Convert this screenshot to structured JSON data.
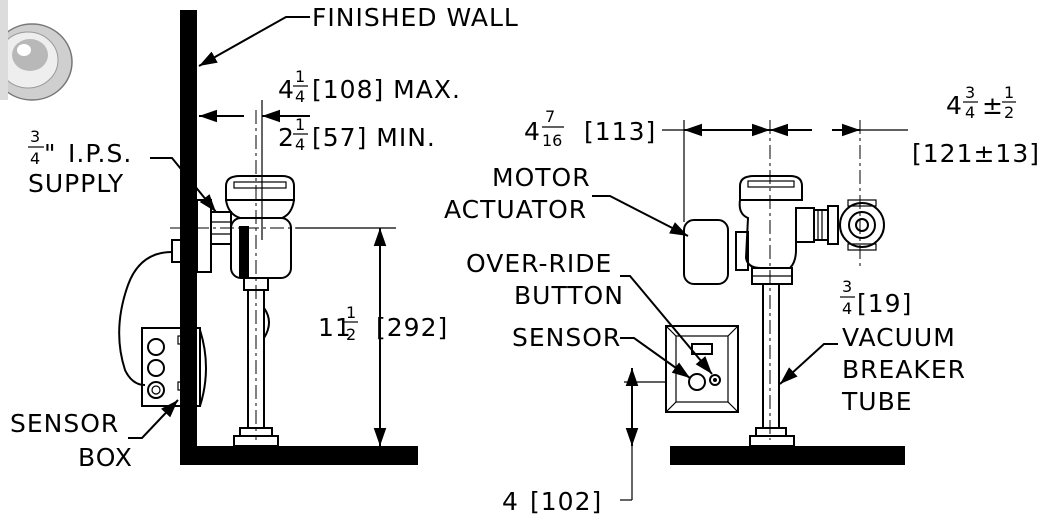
{
  "labels": {
    "finished_wall": "FINISHED WALL",
    "ips_supply_line1": "I.P.S.",
    "ips_supply_line2": "SUPPLY",
    "sensor_box_line1": "SENSOR",
    "sensor_box_line2": "BOX",
    "motor_actuator_line1": "MOTOR",
    "motor_actuator_line2": "ACTUATOR",
    "override_line1": "OVER-RIDE",
    "override_line2": "BUTTON",
    "sensor": "SENSOR",
    "vacuum_line1": "VACUUM",
    "vacuum_line2": "BREAKER",
    "vacuum_line3": "TUBE"
  },
  "dimensions": {
    "max_whole": "4",
    "max_num": "1",
    "max_den": "4",
    "max_text": "[108] MAX.",
    "min_whole": "2",
    "min_num": "1",
    "min_den": "4",
    "min_text": "[57] MIN.",
    "supply_num": "3",
    "supply_den": "4",
    "supply_inch": "\"",
    "height_whole": "11",
    "height_num": "1",
    "height_den": "2",
    "height_text": "[292]",
    "offset_whole": "4",
    "offset_num": "7",
    "offset_den": "16",
    "offset_text": "[113]",
    "spread_whole": "4",
    "spread_num": "3",
    "spread_den": "4",
    "spread_pm": "±",
    "spread_tol_num": "1",
    "spread_tol_den": "2",
    "spread_text": "[121±13]",
    "tube_num": "3",
    "tube_den": "4",
    "tube_text": "[19]",
    "sensor_height": "4",
    "sensor_height_text": "[102]"
  },
  "colors": {
    "ink": "#000000",
    "background": "#ffffff"
  }
}
